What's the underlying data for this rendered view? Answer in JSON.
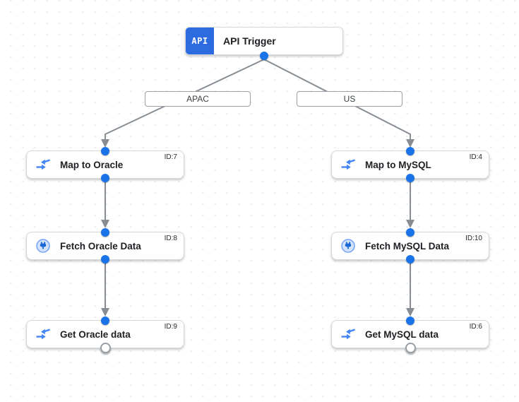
{
  "colors": {
    "primary_blue": "#1a73e8",
    "api_badge_blue": "#2d6be0",
    "icon_blue": "#4285f4",
    "icon_dark_blue": "#1967d2",
    "edge_gray": "#878d93",
    "node_border": "#d5d8dc",
    "grid_dot": "#d3d6da"
  },
  "trigger": {
    "badge": "API",
    "title": "API Trigger"
  },
  "branches": {
    "apac": "APAC",
    "us": "US"
  },
  "nodes": {
    "map_oracle": {
      "id": "ID:7",
      "title": "Map to Oracle",
      "icon": "data-mapping-icon"
    },
    "fetch_oracle": {
      "id": "ID:8",
      "title": "Fetch Oracle Data",
      "icon": "connector-icon"
    },
    "get_oracle": {
      "id": "ID:9",
      "title": "Get Oracle data",
      "icon": "data-mapping-icon"
    },
    "map_mysql": {
      "id": "ID:4",
      "title": "Map to MySQL",
      "icon": "data-mapping-icon"
    },
    "fetch_mysql": {
      "id": "ID:10",
      "title": "Fetch MySQL Data",
      "icon": "connector-icon"
    },
    "get_mysql": {
      "id": "ID:6",
      "title": "Get MySQL data",
      "icon": "data-mapping-icon"
    }
  }
}
